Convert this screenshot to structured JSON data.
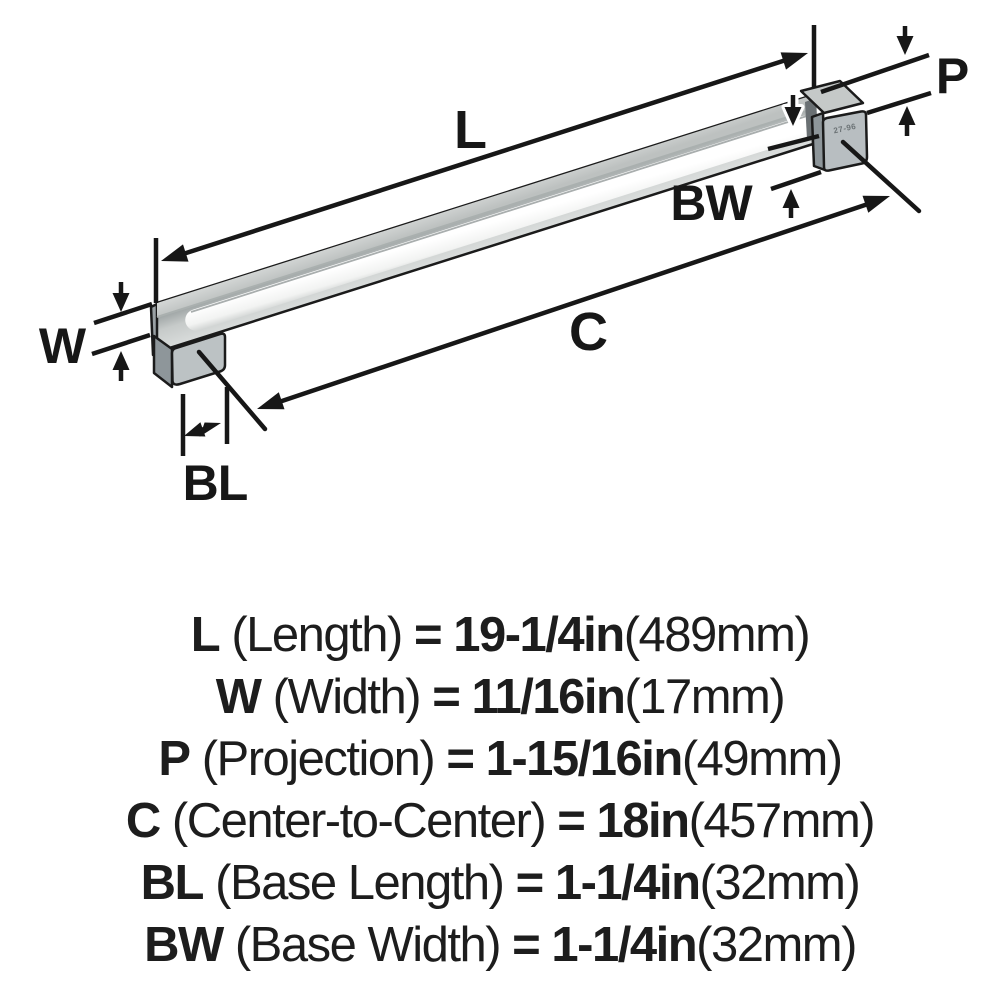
{
  "diagram": {
    "labels": {
      "L": "L",
      "W": "W",
      "P": "P",
      "C": "C",
      "BL": "BL",
      "BW": "BW"
    },
    "block_marking": "27-96",
    "colors": {
      "line": "#171717",
      "bar_top": "#c9cdcc",
      "bar_front_light": "#d9dcdb",
      "channel_white": "#ffffff",
      "foot_front": "#bcc2c4",
      "foot_side": "#8e969a",
      "outline": "#1b1b1b"
    }
  },
  "legend": {
    "equals": "=",
    "rows": [
      {
        "symbol": "L",
        "name": "(Length)",
        "imperial": "19-1/4in",
        "metric": "(489mm)"
      },
      {
        "symbol": "W",
        "name": "(Width)",
        "imperial": "11/16in",
        "metric": "(17mm)"
      },
      {
        "symbol": "P",
        "name": "(Projection)",
        "imperial": "1-15/16in",
        "metric": "(49mm)"
      },
      {
        "symbol": "C",
        "name": "(Center-to-Center)",
        "imperial": "18in",
        "metric": "(457mm)"
      },
      {
        "symbol": "BL",
        "name": "(Base Length)",
        "imperial": "1-1/4in",
        "metric": "(32mm)"
      },
      {
        "symbol": "BW",
        "name": "(Base Width)",
        "imperial": "1-1/4in",
        "metric": "(32mm)"
      }
    ]
  }
}
